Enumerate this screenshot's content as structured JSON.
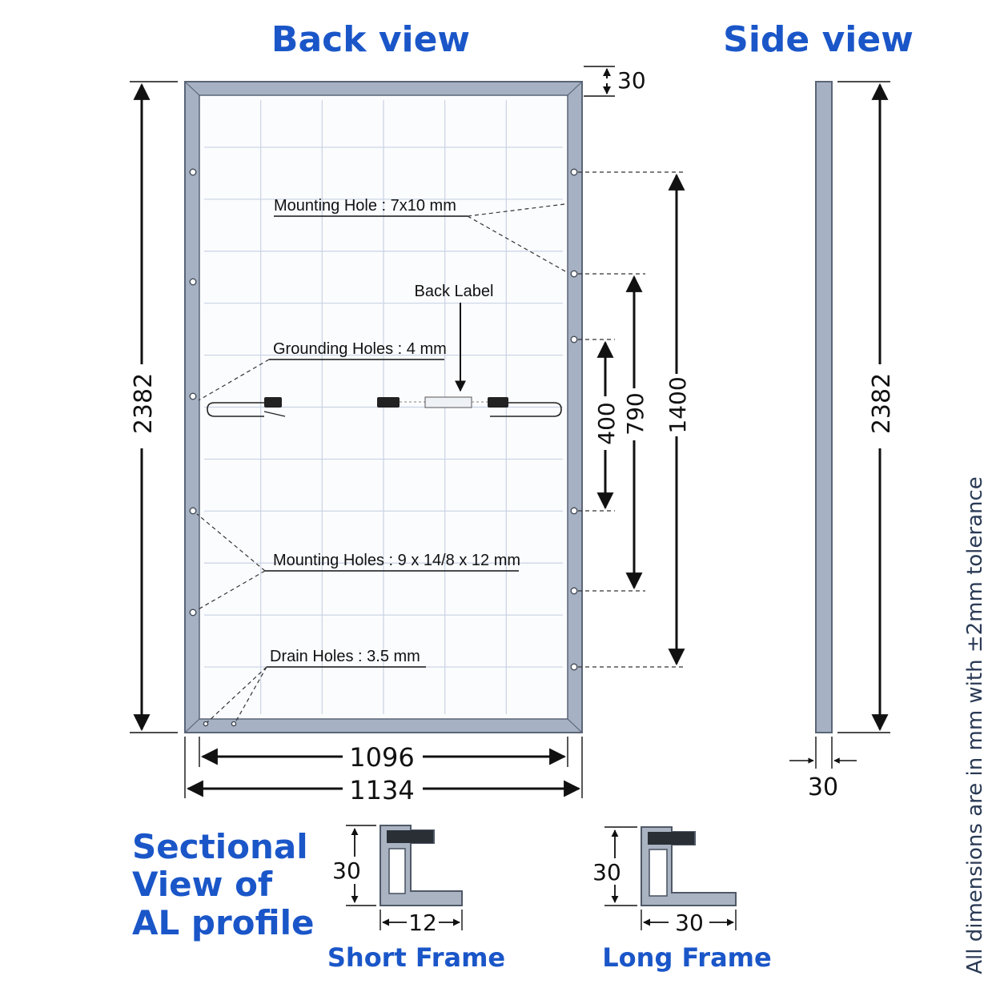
{
  "titles": {
    "back_view": "Back view",
    "side_view": "Side view",
    "sectional_line1": "Sectional",
    "sectional_line2": "View of",
    "sectional_line3": "AL profile"
  },
  "dimensions": {
    "frame_width_top": "30",
    "height_left": "2382",
    "height_side": "2382",
    "inner_width": "1096",
    "outer_width": "1134",
    "side_thickness": "30",
    "span_400": "400",
    "span_790": "790",
    "span_1400": "1400"
  },
  "callouts": {
    "mounting_hole": "Mounting Hole : 7x10 mm",
    "back_label": "Back Label",
    "grounding_holes": "Grounding Holes : 4 mm",
    "mounting_holes": "Mounting Holes : 9 x 14/8 x 12 mm",
    "drain_holes": "Drain Holes : 3.5 mm"
  },
  "profiles": {
    "short": {
      "label": "Short Frame",
      "height": "30",
      "width": "12"
    },
    "long": {
      "label": "Long Frame",
      "height": "30",
      "width": "30"
    }
  },
  "tolerance_note": "All dimensions are in mm with ±2mm tolerance",
  "colors": {
    "title_blue": "#1a56c8",
    "frame_gray": "#a6b1c3",
    "grid_line": "#c9d3e3"
  }
}
